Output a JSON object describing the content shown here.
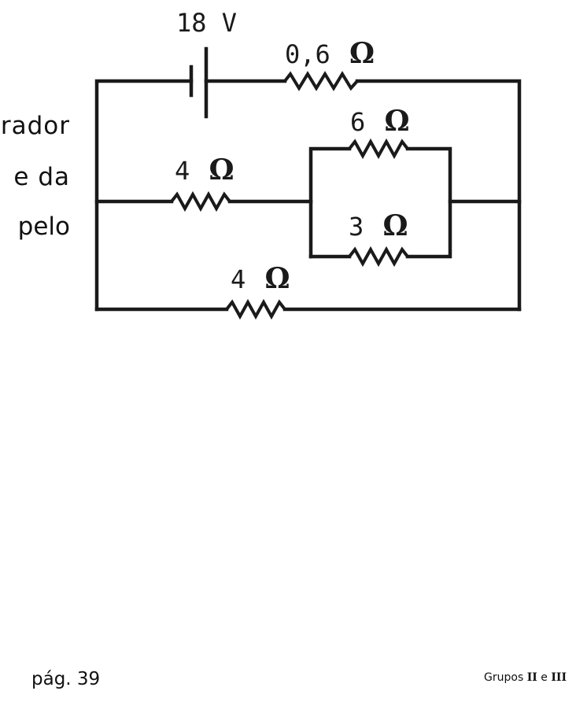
{
  "side_text": [
    "rador",
    "e  da",
    "pelo"
  ],
  "circuit": {
    "battery_label": "18 V",
    "series_resistor": {
      "value": "0,6",
      "unit": "Ω"
    },
    "parallel_top": {
      "value": "6",
      "unit": "Ω"
    },
    "parallel_bottom": {
      "value": "3",
      "unit": "Ω"
    },
    "middle_branch": {
      "value": "4",
      "unit": "Ω"
    },
    "bottom_branch": {
      "value": "4",
      "unit": "Ω"
    }
  },
  "footer": {
    "page": "pág. 39",
    "groups_prefix": "Grupos",
    "group_a": "II",
    "connector": "e",
    "group_b": "III"
  }
}
